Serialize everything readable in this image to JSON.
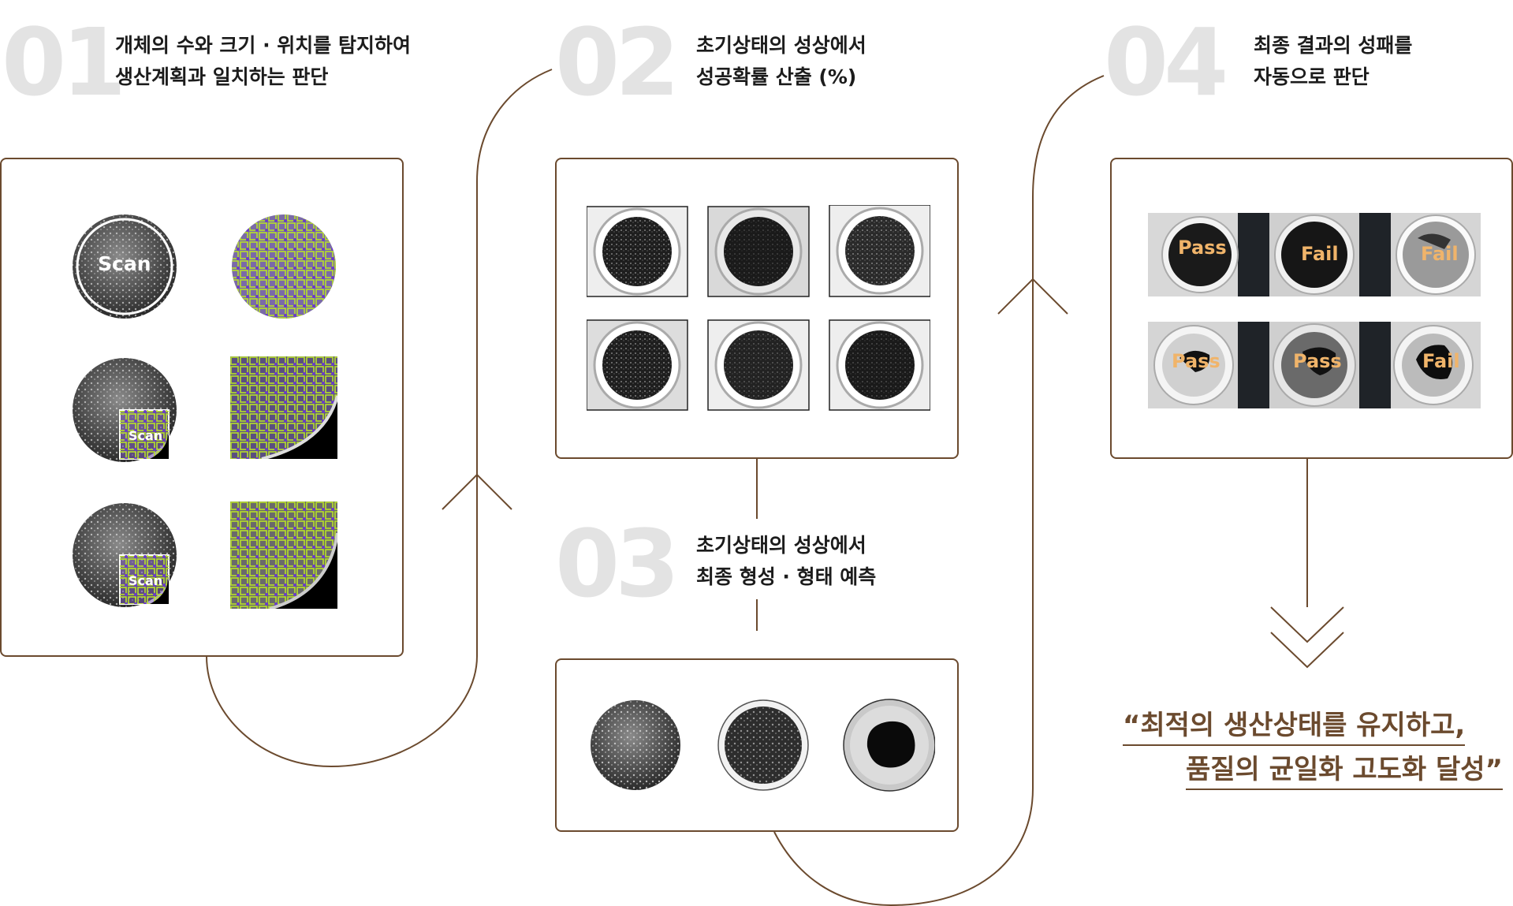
{
  "steps": [
    {
      "num": "01",
      "line1": "개체의 수와 크기 · 위치를 탐지하여",
      "line2": "생산계획과 일치하는 판단"
    },
    {
      "num": "02",
      "line1": "초기상태의 성상에서",
      "line2": "성공확률 산출 (%)"
    },
    {
      "num": "03",
      "line1": "초기상태의 성상에서",
      "line2": "최종 형성 · 형태 예측"
    },
    {
      "num": "04",
      "line1": "최종 결과의 성패를",
      "line2": "자동으로 판단"
    }
  ],
  "scan_labels": {
    "a": "Scan",
    "b": "Scan",
    "c": "Scan"
  },
  "results": {
    "r1": "Pass",
    "r2": "Fail",
    "r3": "Fail",
    "r4": "Pass",
    "r5": "Pass",
    "r6": "Fail"
  },
  "quote": {
    "line1": "“최적의 생산상태를 유지하고,",
    "line2": "품질의 균일화 고도화 달성”"
  },
  "colors": {
    "brown": "#6b4a2e",
    "stepgray": "#e3e3e3",
    "result_text": "#f0b46a",
    "box_green": "#b7e02a",
    "box_purple": "#6a3cc8"
  }
}
